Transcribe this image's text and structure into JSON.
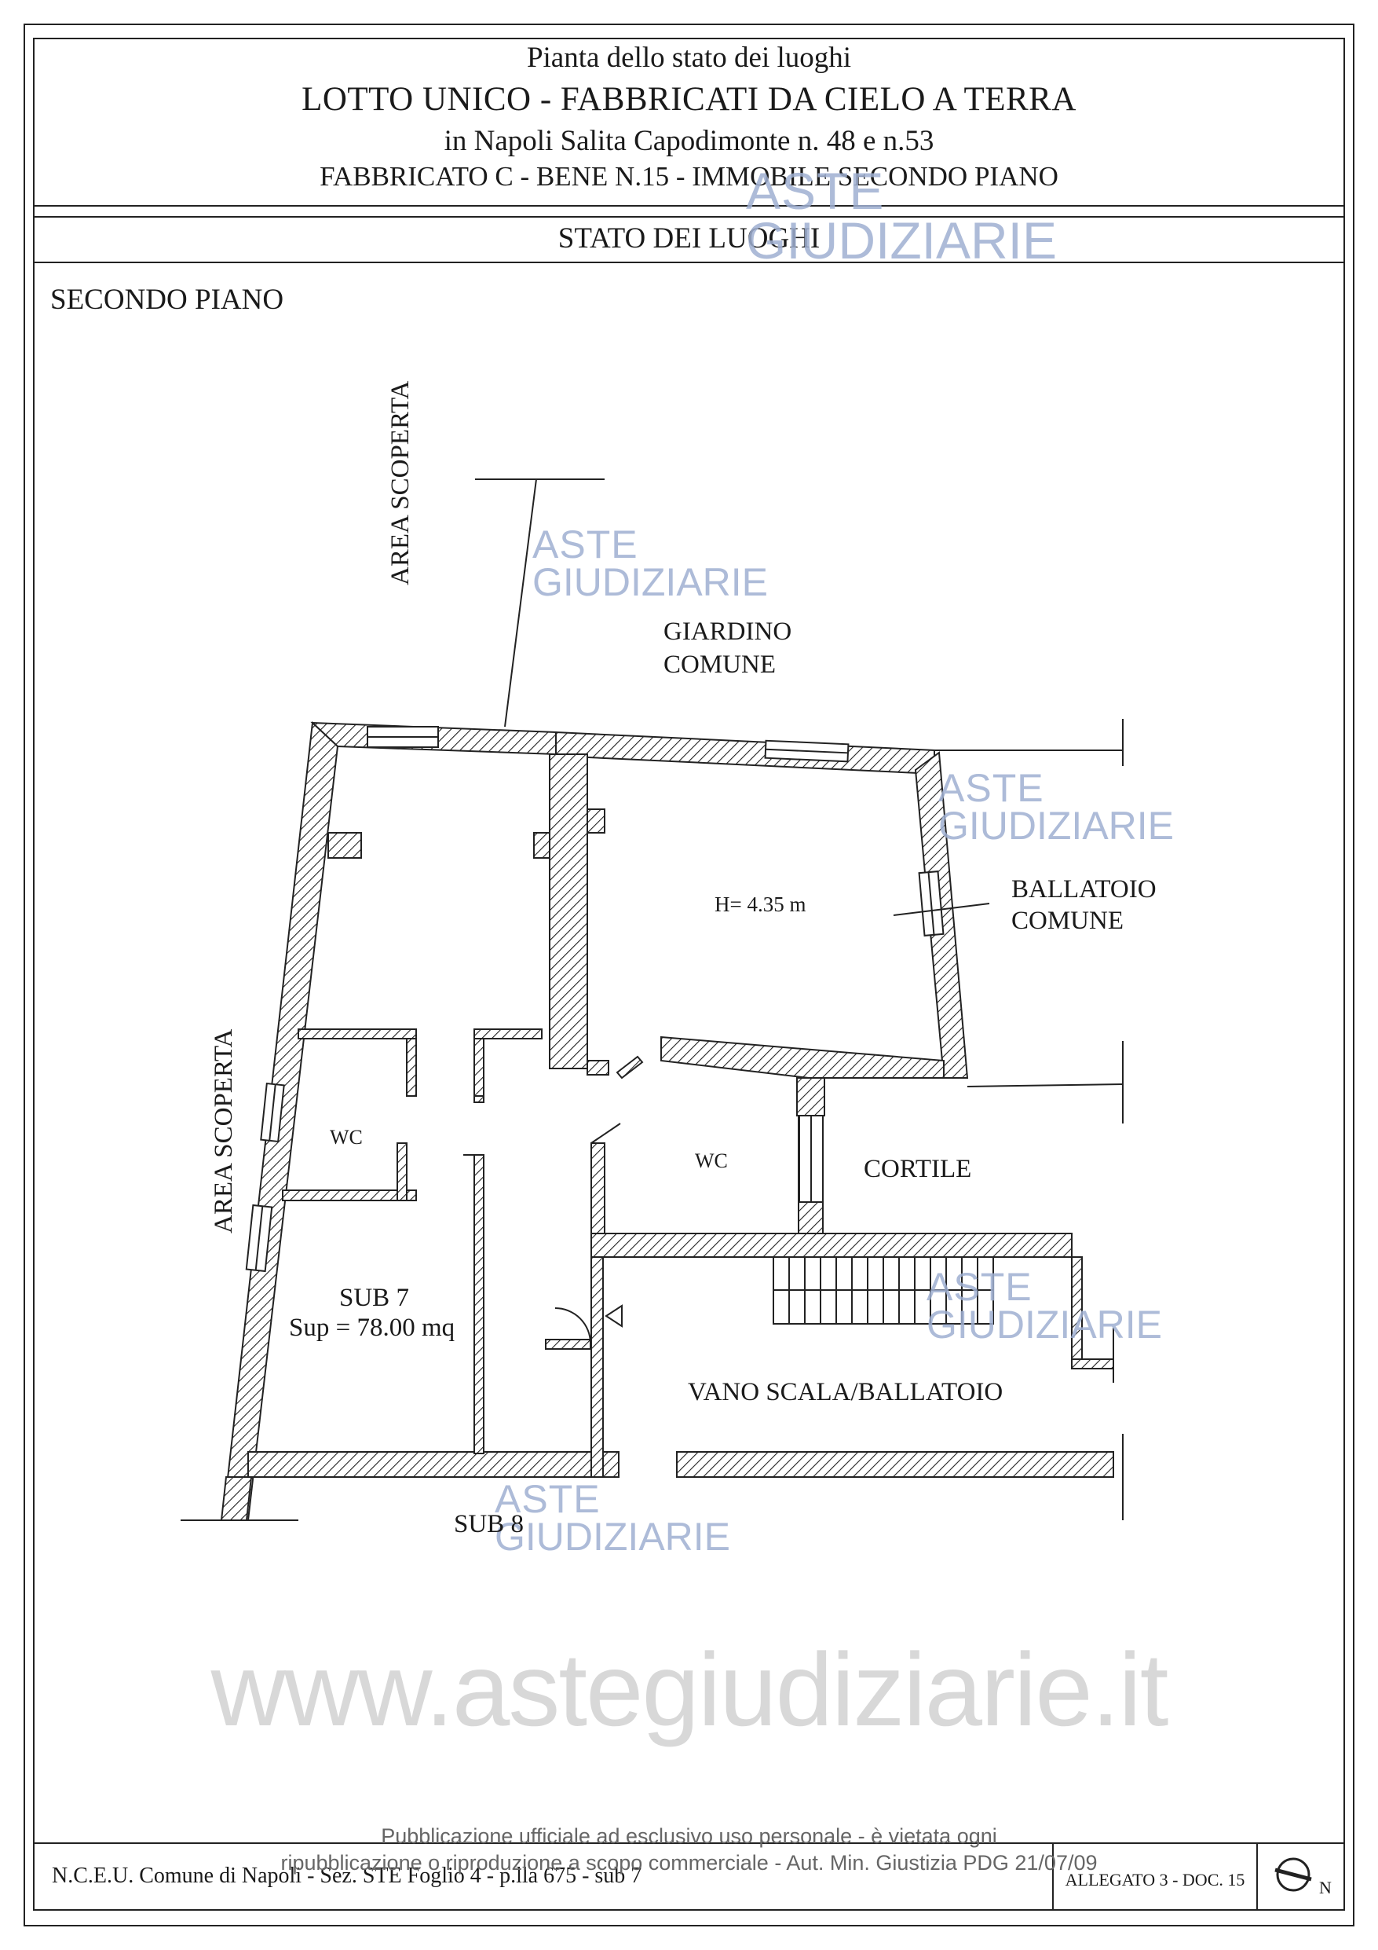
{
  "title": {
    "line1": "Pianta dello stato dei luoghi",
    "line2": "LOTTO UNICO - FABBRICATI DA CIELO A TERRA",
    "line3": "in Napoli Salita Capodimonte n. 48 e n.53",
    "line4": "FABBRICATO C - BENE N.15 - IMMOBILE SECONDO PIANO"
  },
  "band_label": "STATO DEI LUOGHI",
  "floor_label": "SECONDO PIANO",
  "plan_labels": {
    "area_scoperta_top": "AREA SCOPERTA",
    "area_scoperta_left": "AREA SCOPERTA",
    "giardino_1": "GIARDINO",
    "giardino_2": "COMUNE",
    "height": "H= 4.35 m",
    "ballatoio_1": "BALLATOIO",
    "ballatoio_2": "COMUNE",
    "wc_left": "WC",
    "wc_center": "WC",
    "cortile": "CORTILE",
    "sub7_1": "SUB 7",
    "sub7_2": "Sup = 78.00 mq",
    "vano_scala": "VANO SCALA/BALLATOIO",
    "sub8": "SUB 8"
  },
  "watermark": {
    "logo_line1": "ASTE",
    "logo_line2": "GIUDIZIARIE",
    "site": "www.astegiudiziarie.it",
    "notice_line1": "Pubblicazione ufficiale ad esclusivo uso personale - è vietata ogni",
    "notice_line2": "ripubblicazione o riproduzione a scopo commerciale - Aut. Min. Giustizia PDG 21/07/09"
  },
  "footer": {
    "left": "N.C.E.U. Comune di Napoli - Sez. STE Foglio 4 - p.lla 675 - sub 7",
    "right": "ALLEGATO 3 - DOC. 15",
    "north": "N"
  }
}
